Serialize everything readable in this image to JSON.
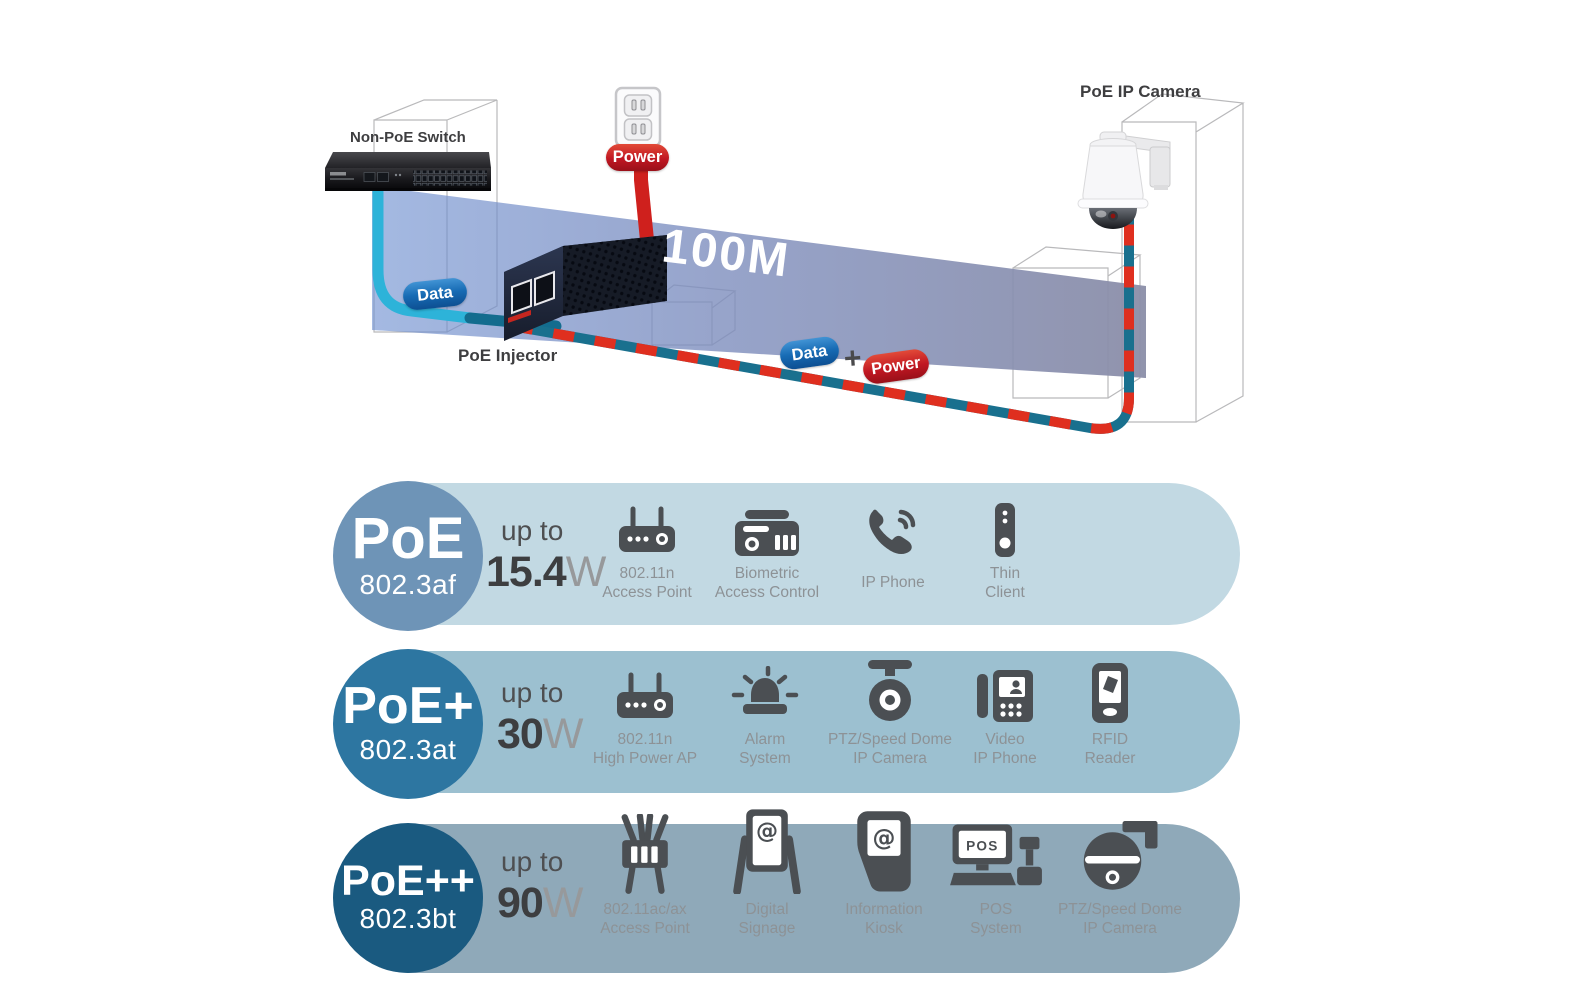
{
  "diagram": {
    "switch_label": "Non-PoE Switch",
    "injector_label": "PoE Injector",
    "camera_label": "PoE IP Camera",
    "power_badge_top": "Power",
    "data_badge_top": "Data",
    "distance_label": "100M",
    "mid_badges": {
      "data": "Data",
      "plus": "+",
      "power": "Power"
    },
    "colors": {
      "data_blue": "#176bb4",
      "power_red": "#c01722",
      "cable_cyan": "#2db3d9",
      "cable_teal": "#19708e",
      "cable_red": "#df2f1f",
      "beam_left": "#6c8ed0",
      "beam_right": "#8c8fa9"
    }
  },
  "glyphs": {
    "at": "@",
    "pos": "POS"
  },
  "bands": [
    {
      "name": "PoE",
      "standard": "802.3af",
      "up_to": "up to",
      "watts": "15.4",
      "watts_unit": "W",
      "band_color": "#c2d9e3",
      "circle_color": "#6e94b7",
      "items": [
        {
          "icon": "wireless-ap",
          "label": "802.11n\nAccess Point"
        },
        {
          "icon": "biometric-access-control",
          "label": "Biometric\nAccess Control"
        },
        {
          "icon": "ip-phone",
          "label": "IP Phone"
        },
        {
          "icon": "thin-client",
          "label": "Thin\nClient"
        }
      ]
    },
    {
      "name": "PoE+",
      "standard": "802.3at",
      "up_to": "up to",
      "watts": "30",
      "watts_unit": "W",
      "band_color": "#9cc0d0",
      "circle_color": "#2d76a1",
      "items": [
        {
          "icon": "wireless-ap",
          "label": "802.11n\nHigh Power AP"
        },
        {
          "icon": "alarm-system",
          "label": "Alarm\nSystem"
        },
        {
          "icon": "ptz-dome-camera",
          "label": "PTZ/Speed Dome\nIP Camera"
        },
        {
          "icon": "video-ip-phone",
          "label": "Video\nIP Phone"
        },
        {
          "icon": "rfid-reader",
          "label": "RFID\nReader"
        }
      ]
    },
    {
      "name": "PoE++",
      "standard": "802.3bt",
      "up_to": "up to",
      "watts": "90",
      "watts_unit": "W",
      "band_color": "#8fa9b9",
      "circle_color": "#1a5a80",
      "items": [
        {
          "icon": "wifi6-access-point",
          "label": "802.11ac/ax\nAccess Point"
        },
        {
          "icon": "digital-signage",
          "label": "Digital\nSignage"
        },
        {
          "icon": "information-kiosk",
          "label": "Information\nKiosk"
        },
        {
          "icon": "pos-system",
          "label": "POS\nSystem"
        },
        {
          "icon": "ptz-speed-dome",
          "label": "PTZ/Speed Dome\nIP Camera"
        }
      ]
    }
  ]
}
